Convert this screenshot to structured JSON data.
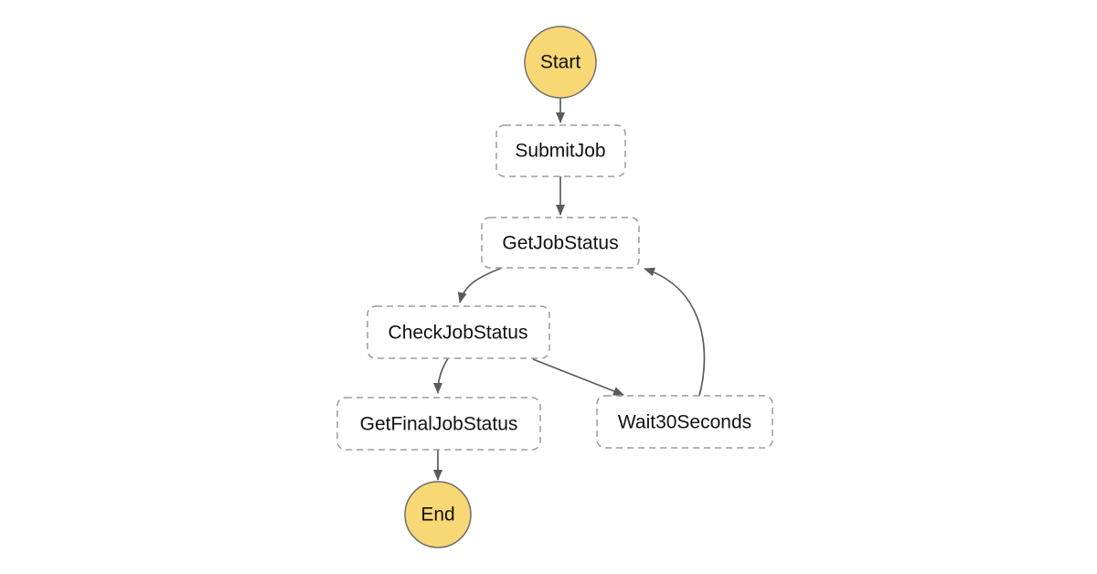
{
  "diagram": {
    "colors": {
      "background": "#ffffff",
      "terminal_fill": "#f8d775",
      "terminal_stroke": "#6e6e6e",
      "task_stroke": "#9b9b9b",
      "edge": "#5b5b5b",
      "label": "#111111"
    },
    "nodes": [
      {
        "id": "start",
        "label": "Start",
        "shape": "circle"
      },
      {
        "id": "submit-job",
        "label": "SubmitJob",
        "shape": "dashed-rounded-rect"
      },
      {
        "id": "get-job-status",
        "label": "GetJobStatus",
        "shape": "dashed-rounded-rect"
      },
      {
        "id": "check-job-status",
        "label": "CheckJobStatus",
        "shape": "dashed-rounded-rect"
      },
      {
        "id": "get-final-job-status",
        "label": "GetFinalJobStatus",
        "shape": "dashed-rounded-rect"
      },
      {
        "id": "wait-30-seconds",
        "label": "Wait30Seconds",
        "shape": "dashed-rounded-rect"
      },
      {
        "id": "end",
        "label": "End",
        "shape": "circle"
      }
    ],
    "edges": [
      {
        "from": "start",
        "to": "submit-job"
      },
      {
        "from": "submit-job",
        "to": "get-job-status"
      },
      {
        "from": "get-job-status",
        "to": "check-job-status"
      },
      {
        "from": "check-job-status",
        "to": "get-final-job-status"
      },
      {
        "from": "check-job-status",
        "to": "wait-30-seconds"
      },
      {
        "from": "wait-30-seconds",
        "to": "get-job-status"
      },
      {
        "from": "get-final-job-status",
        "to": "end"
      }
    ]
  }
}
